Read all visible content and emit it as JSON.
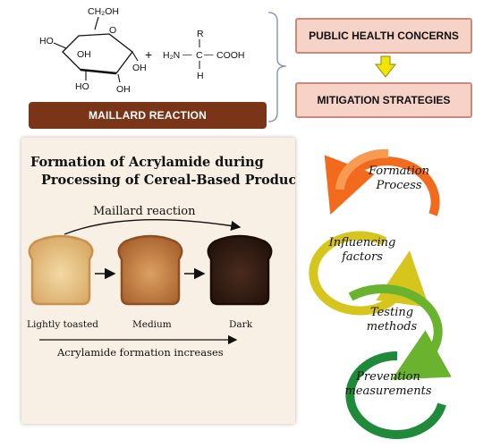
{
  "glucose": {
    "ch2oh": "CH₂OH",
    "ho_left": "HO",
    "oh_inner": "OH",
    "ring_o": "O",
    "ho_bottom": "HO",
    "oh_right": "OH"
  },
  "amino_acid": {
    "plus": "+",
    "r": "R",
    "h2n": "H₂N",
    "dash_left": "—",
    "c": "C",
    "dash_right": "—",
    "cooh": "COOH",
    "h": "H"
  },
  "maillard_label": "MAILLARD REACTION",
  "public_health_label": "PUBLIC HEALTH CONCERNS",
  "mitigation_label": "MITIGATION STRATEGIES",
  "panel": {
    "title_line1": "Formation of Acrylamide during",
    "title_line2": "Processing of Cereal-Based Products",
    "maillard_arrow_label": "Maillard reaction",
    "toast_labels": [
      "Lightly toasted",
      "Medium",
      "Dark"
    ],
    "formation_label": "Acrylamide formation increases"
  },
  "cycle": {
    "steps": [
      "Formation Process",
      "Influencing factors",
      "Testing methods",
      "Prevention measurements"
    ],
    "colors": [
      "#f26a1b",
      "#d6c51d",
      "#69b32f",
      "#1f8a3a"
    ]
  },
  "colors": {
    "maillard_bar": "#7a3417",
    "pink_box": "#f6d3c6",
    "yellow_arrow": "#f2e600"
  }
}
